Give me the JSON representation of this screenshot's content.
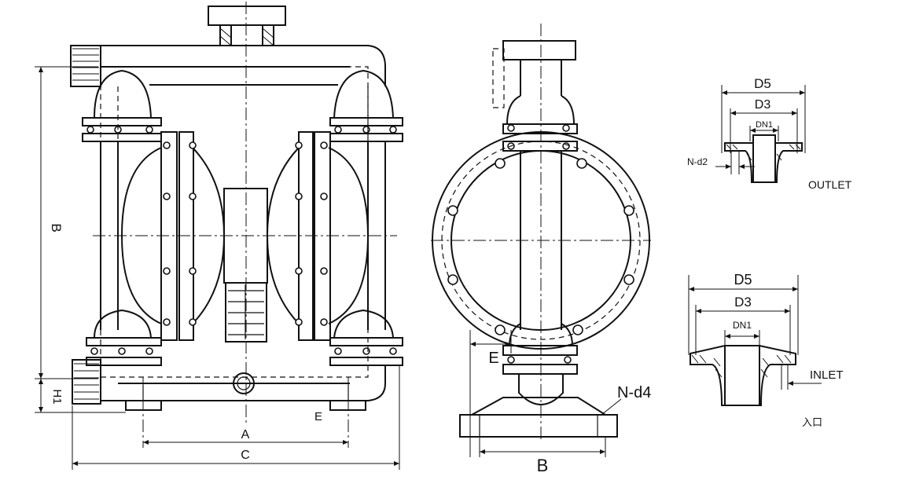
{
  "front_view": {
    "dim_B": "B",
    "dim_H1": "H1",
    "dim_A": "A",
    "dim_C": "C",
    "dim_E": "E"
  },
  "side_view": {
    "dim_E": "E",
    "dim_B": "B",
    "dim_Nd4": "N-d4"
  },
  "outlet_detail": {
    "d5": "D5",
    "d3": "D3",
    "dn1": "DN1",
    "nd2": "N-d2",
    "name": "OUTLET"
  },
  "inlet_detail": {
    "d5": "D5",
    "d3": "D3",
    "dn1": "DN1",
    "name": "INLET",
    "name_cn": "入口"
  },
  "colors": {
    "line": "#111111",
    "background": "#ffffff"
  }
}
